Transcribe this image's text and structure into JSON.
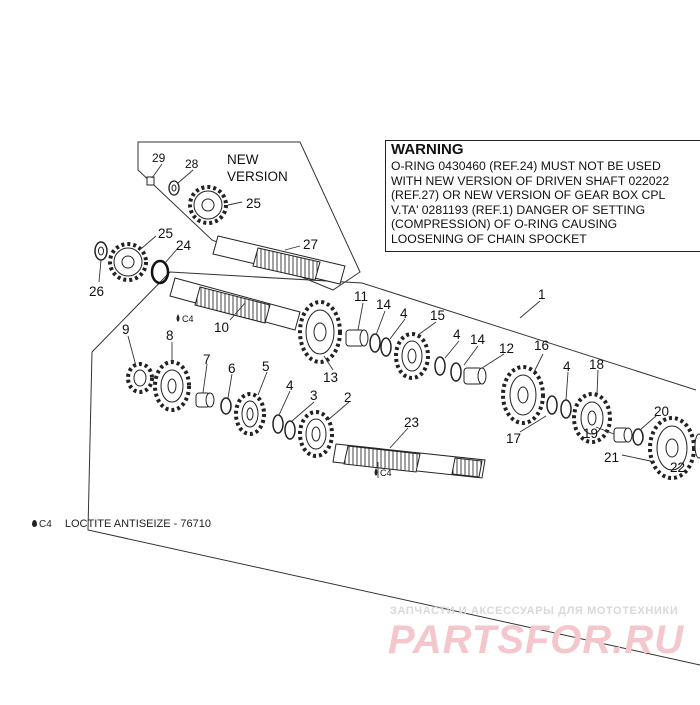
{
  "warning": {
    "title": "WARNING",
    "lines": [
      "O-RING 0430460 (REF.24) MUST NOT BE USED",
      "WITH NEW VERSION OF DRIVEN SHAFT 022022",
      "(REF.27) OR NEW VERSION OF GEAR BOX CPL",
      "V.TA' 0281193 (REF.1) DANGER OF SETTING",
      "(COMPRESSION) OF O-RING CAUSING",
      "LOOSENING OF CHAIN SPOCKET"
    ]
  },
  "new_version": {
    "line1": "NEW",
    "line2": "VERSION"
  },
  "legend": {
    "code": "C4",
    "text": "LOCTITE ANTISEIZE - 76710"
  },
  "loctite_marks": [
    "C4",
    "C4"
  ],
  "part_labels": [
    "1",
    "2",
    "3",
    "4",
    "4",
    "4",
    "4",
    "5",
    "6",
    "7",
    "8",
    "9",
    "10",
    "11",
    "12",
    "13",
    "14",
    "14",
    "15",
    "16",
    "17",
    "18",
    "19",
    "20",
    "21",
    "22",
    "23",
    "24",
    "25",
    "25",
    "26",
    "27",
    "28",
    "29"
  ],
  "watermark": {
    "tagline": "ЗАПЧАСТИ И АКСЕССУАРЫ ДЛЯ МОТОТЕХНИКИ",
    "logo": "PARTSFOR.RU"
  }
}
